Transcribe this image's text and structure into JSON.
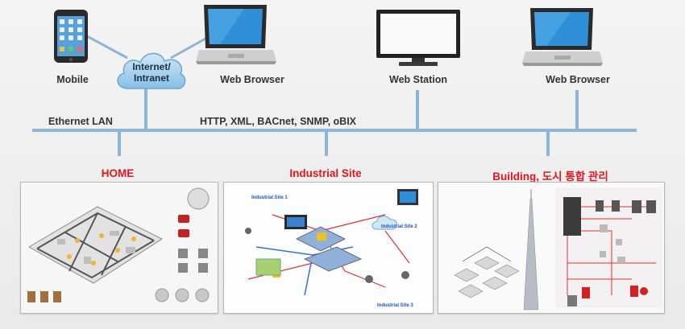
{
  "devices": {
    "mobile": "Mobile",
    "cloud": "Internet/\nIntranet",
    "browser1": "Web Browser",
    "station": "Web Station",
    "browser2": "Web Browser"
  },
  "bus": {
    "left_label": "Ethernet LAN",
    "protocols": "HTTP, XML, BACnet, SNMP, oBIX"
  },
  "sections": {
    "home": "HOME",
    "industrial": "Industrial Site",
    "building": "Building, 도시 통합 관리"
  },
  "industrial_panel": {
    "site1": "Industrial Site 1",
    "site2": "Industrial Site 2",
    "site3": "Industrial Site 3"
  },
  "colors": {
    "bus": "#8db5d8",
    "title_red": "#e3161b",
    "cloud": "#8ec3e8"
  }
}
